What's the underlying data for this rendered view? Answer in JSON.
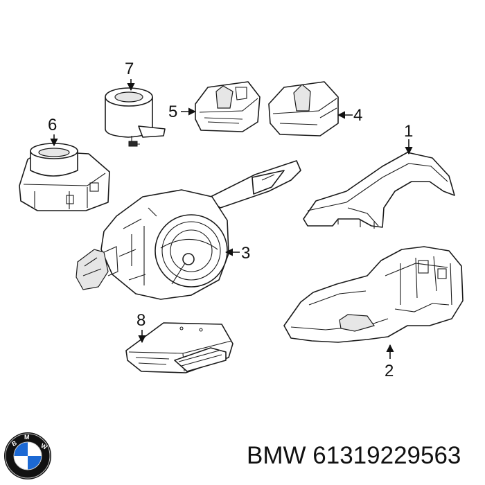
{
  "callouts": {
    "c1": "1",
    "c2": "2",
    "c3": "3",
    "c4": "4",
    "c5": "5",
    "c6": "6",
    "c7": "7",
    "c8": "8"
  },
  "footer": {
    "brand": "BMW",
    "part_number": "61319229563"
  },
  "logo": {
    "text": "BMW",
    "icon": "bmw-roundel-logo",
    "colors": {
      "blue": "#1c69d4",
      "white": "#ffffff",
      "ring": "#111111"
    }
  }
}
